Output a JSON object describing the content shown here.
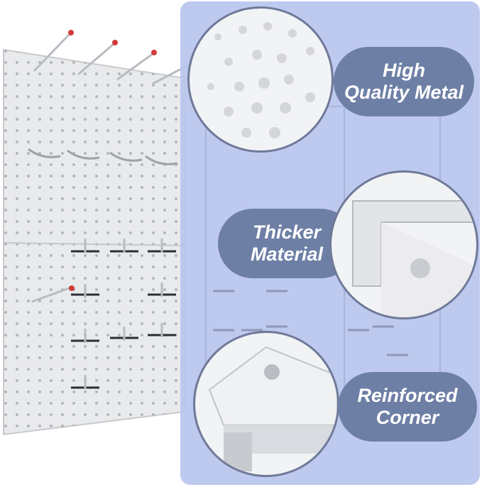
{
  "features": [
    {
      "line1": "High",
      "line2": "Quality Metal",
      "icon": "perforated-metal-closeup"
    },
    {
      "line1": "Thicker",
      "line2": "Material",
      "icon": "bent-edge-closeup"
    },
    {
      "line1": "Reinforced",
      "line2": "Corner",
      "icon": "corner-closeup"
    }
  ],
  "colors": {
    "panel": "#b8c4ee",
    "pill": "#6e7fa6",
    "circle_border": "#6f7a99",
    "hook_tip": "#d23a3a"
  }
}
